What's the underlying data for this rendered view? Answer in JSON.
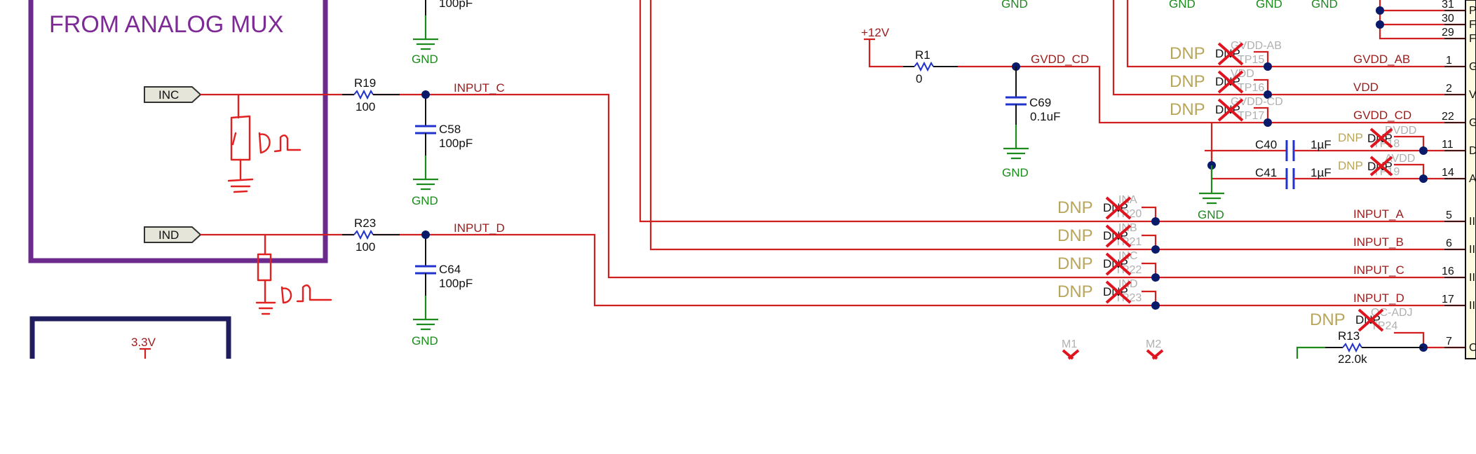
{
  "box": {
    "title": "FROM ANALOG MUX"
  },
  "ports": [
    "INC",
    "IND"
  ],
  "resistors": [
    {
      "ref": "R19",
      "value": "100"
    },
    {
      "ref": "R23",
      "value": "100"
    },
    {
      "ref": "R1",
      "value": "0"
    },
    {
      "ref": "R13",
      "value": "22.0k"
    }
  ],
  "capacitors": [
    {
      "ref": "C58",
      "value": "100pF"
    },
    {
      "ref": "C64",
      "value": "100pF"
    },
    {
      "ref": "C69",
      "value": "0.1uF"
    },
    {
      "ref": "C40",
      "value": "1µF"
    },
    {
      "ref": "C41",
      "value": "1µF"
    }
  ],
  "power": {
    "p12v": "+12V",
    "p33v": "3.3V",
    "gnd": "GND"
  },
  "nets": {
    "input_c": "INPUT_C",
    "input_d": "INPUT_D",
    "gvdd_cd": "GVDD_CD",
    "gvdd_ab": "GVDD_AB",
    "vdd": "VDD",
    "input_a": "INPUT_A",
    "input_b": "INPUT_B"
  },
  "dnp_text": "DNP",
  "dnp_small": "DNP",
  "jumpers": [
    {
      "name": "GVDD-AB",
      "ref": "TP15"
    },
    {
      "name": "VDD",
      "ref": "TP16"
    },
    {
      "name": "GVDD-CD",
      "ref": "TP17"
    },
    {
      "name": "DVDD",
      "ref": "TP18"
    },
    {
      "name": "AVDD",
      "ref": "TP19"
    },
    {
      "name": "INA",
      "ref": "TP20"
    },
    {
      "name": "INB",
      "ref": "TP21"
    },
    {
      "name": "INC",
      "ref": "TP22"
    },
    {
      "name": "IND",
      "ref": "TP23"
    },
    {
      "name": "OC-ADJ",
      "ref": "TP24"
    }
  ],
  "mounts": [
    "M1",
    "M2"
  ],
  "pins": [
    "31",
    "30",
    "29",
    "1",
    "2",
    "22",
    "11",
    "14",
    "5",
    "6",
    "16",
    "17",
    "7"
  ],
  "pin_names": [
    "P",
    "F",
    "F",
    "G",
    "V",
    "G",
    "D",
    "A",
    "II",
    "II",
    "II",
    "II",
    "O"
  ]
}
